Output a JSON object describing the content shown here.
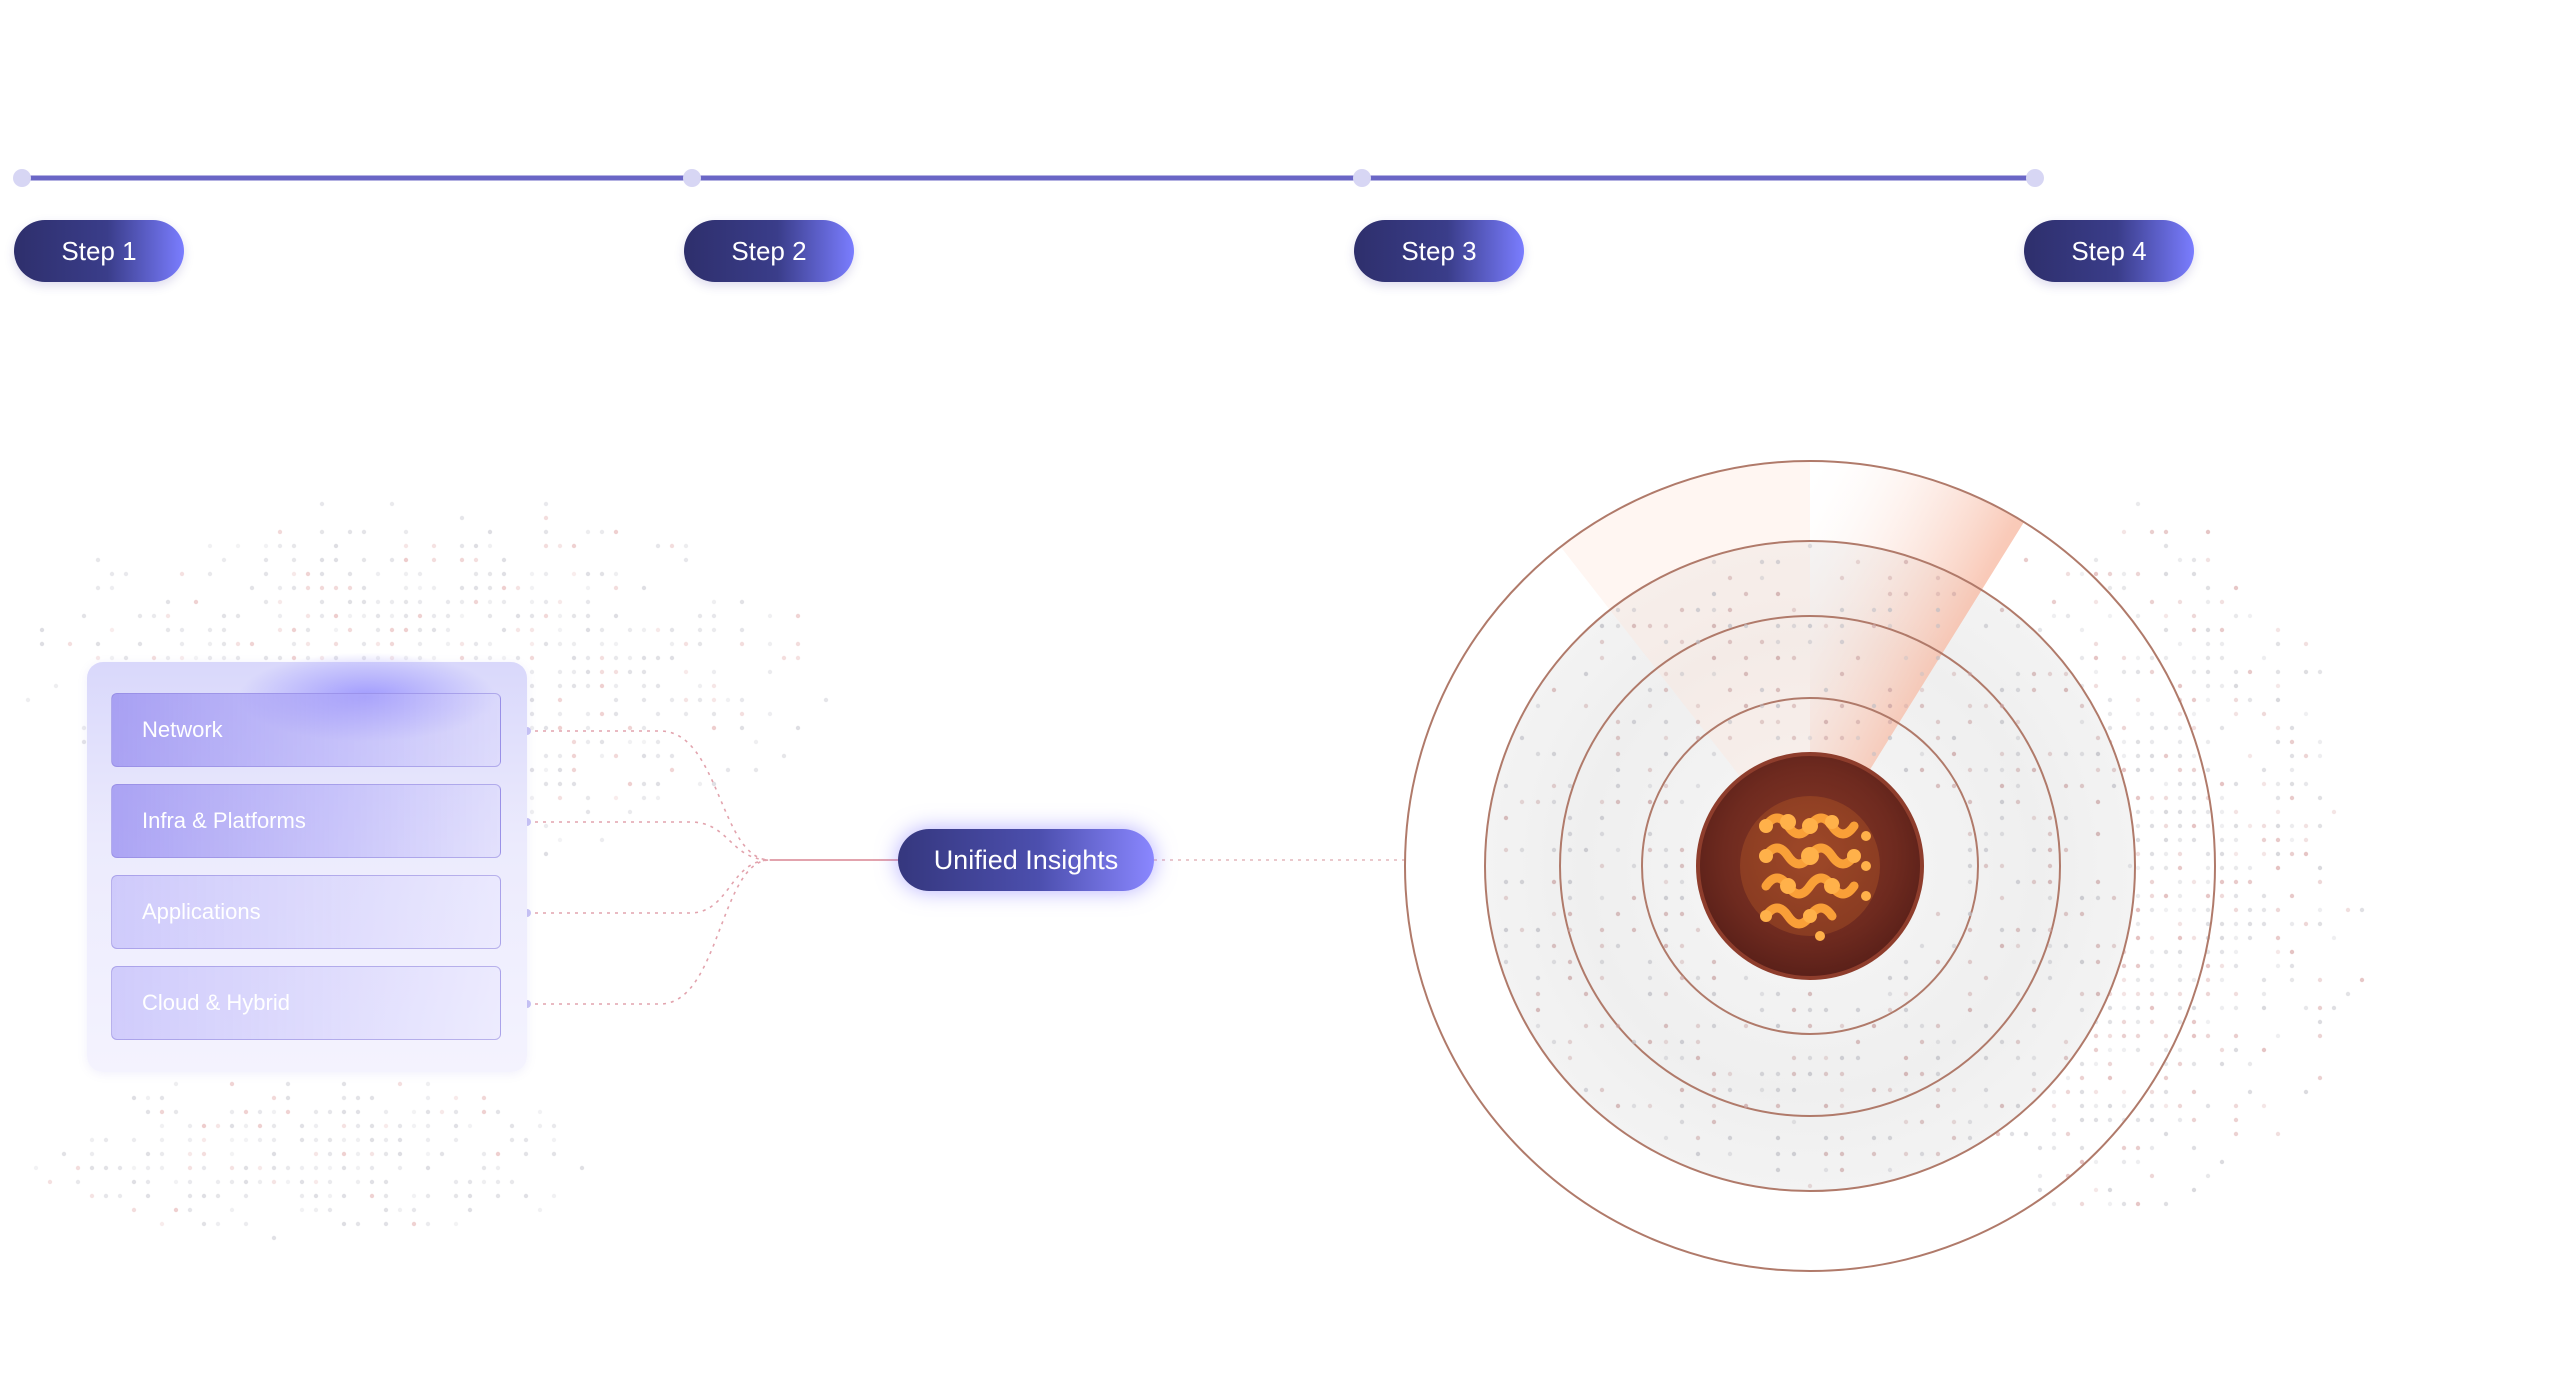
{
  "timeline": {
    "steps": [
      "Step 1",
      "Step 2",
      "Step 3",
      "Step 4"
    ]
  },
  "sources": {
    "items": [
      "Network",
      "Infra & Platforms",
      "Applications",
      "Cloud & Hybrid"
    ]
  },
  "hub": {
    "label": "Unified Insights"
  },
  "target": {
    "icon": "flowing-waves-icon",
    "rings": 5
  },
  "colors": {
    "timeline_line": "#6a66c6",
    "step_pill": "#2e2f6c",
    "accent": "#7a7dff",
    "ring_stroke": "#b07a6a",
    "orange_glow": "#ff9a3c",
    "core_dark": "#6b2a20"
  }
}
